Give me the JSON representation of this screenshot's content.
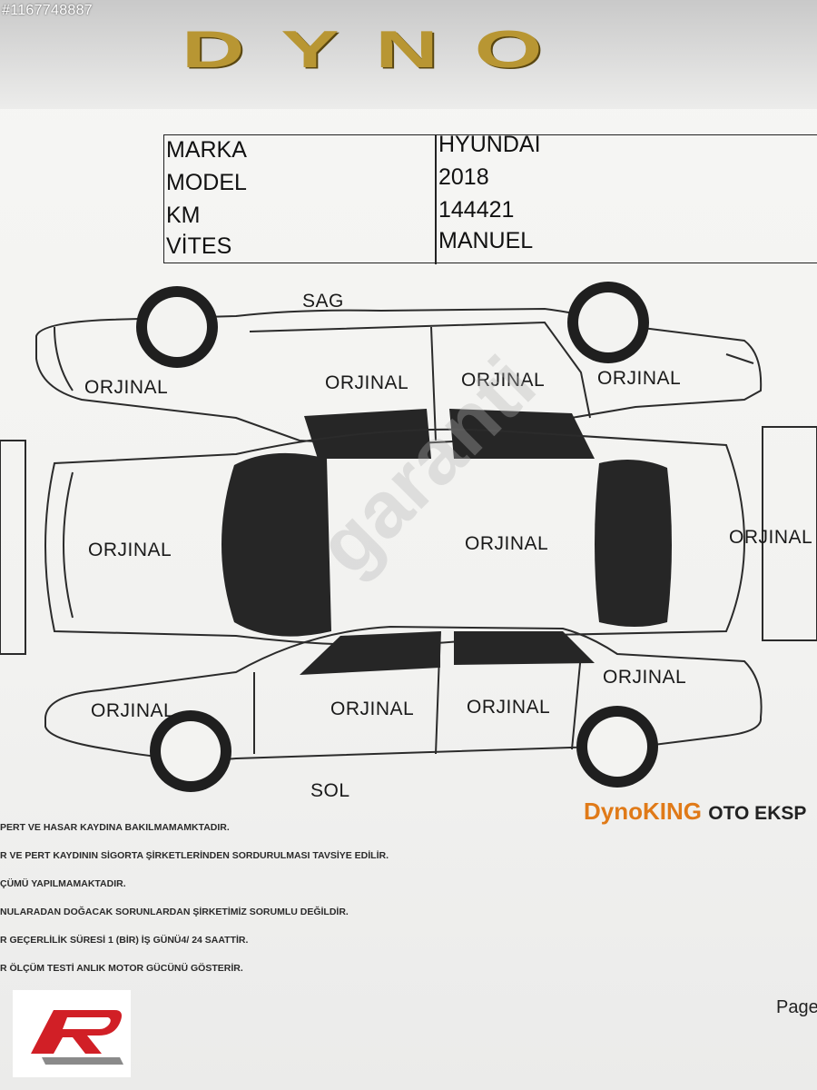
{
  "page_id": "#1167748887",
  "brand_logo": "DYNO",
  "vehicle": {
    "rows": [
      {
        "label": "MARKA",
        "value": "HYUNDAI"
      },
      {
        "label": "MODEL",
        "value": "2018"
      },
      {
        "label": "KM",
        "value": "144421"
      },
      {
        "label": "VİTES",
        "value": "MANUEL"
      }
    ]
  },
  "diagram": {
    "side_right_title": "SAG",
    "side_left_title": "SOL",
    "parts": {
      "right_front": "ORJINAL",
      "right_front_door": "ORJINAL",
      "right_rear_door": "ORJINAL",
      "right_rear": "ORJINAL",
      "hood": "ORJINAL",
      "roof": "ORJINAL",
      "trunk": "ORJINAL",
      "left_front": "ORJINAL",
      "left_front_door": "ORJINAL",
      "left_rear_door": "ORJINAL",
      "left_rear": "ORJINAL"
    }
  },
  "company": {
    "name_brand": "DynoKING",
    "name_rest": "OTO EKSP",
    "brand_color": "#e07a18"
  },
  "notes": [
    "PERT VE HASAR KAYDINA BAKILMAMAMKTADIR.",
    "R VE PERT KAYDININ SİGORTA ŞİRKETLERİNDEN SORDURULMASI TAVSİYE EDİLİR.",
    "ÇÜMÜ YAPILMAMAKTADIR.",
    "NULARADAN DOĞACAK SORUNLARDAN ŞİRKETİMİZ SORUMLU DEĞİLDİR.",
    "R GEÇERLİLİK SÜRESİ 1 (BİR) İŞ GÜNÜ4/ 24 SAATTİR.",
    "R ÖLÇÜM TESTİ ANLIK MOTOR GÜCÜNÜ GÖSTERİR."
  ],
  "page_text": "Page",
  "watermark": "garanti",
  "colors": {
    "logo_gold": "#b89633",
    "logo_red": "#d11f26"
  }
}
